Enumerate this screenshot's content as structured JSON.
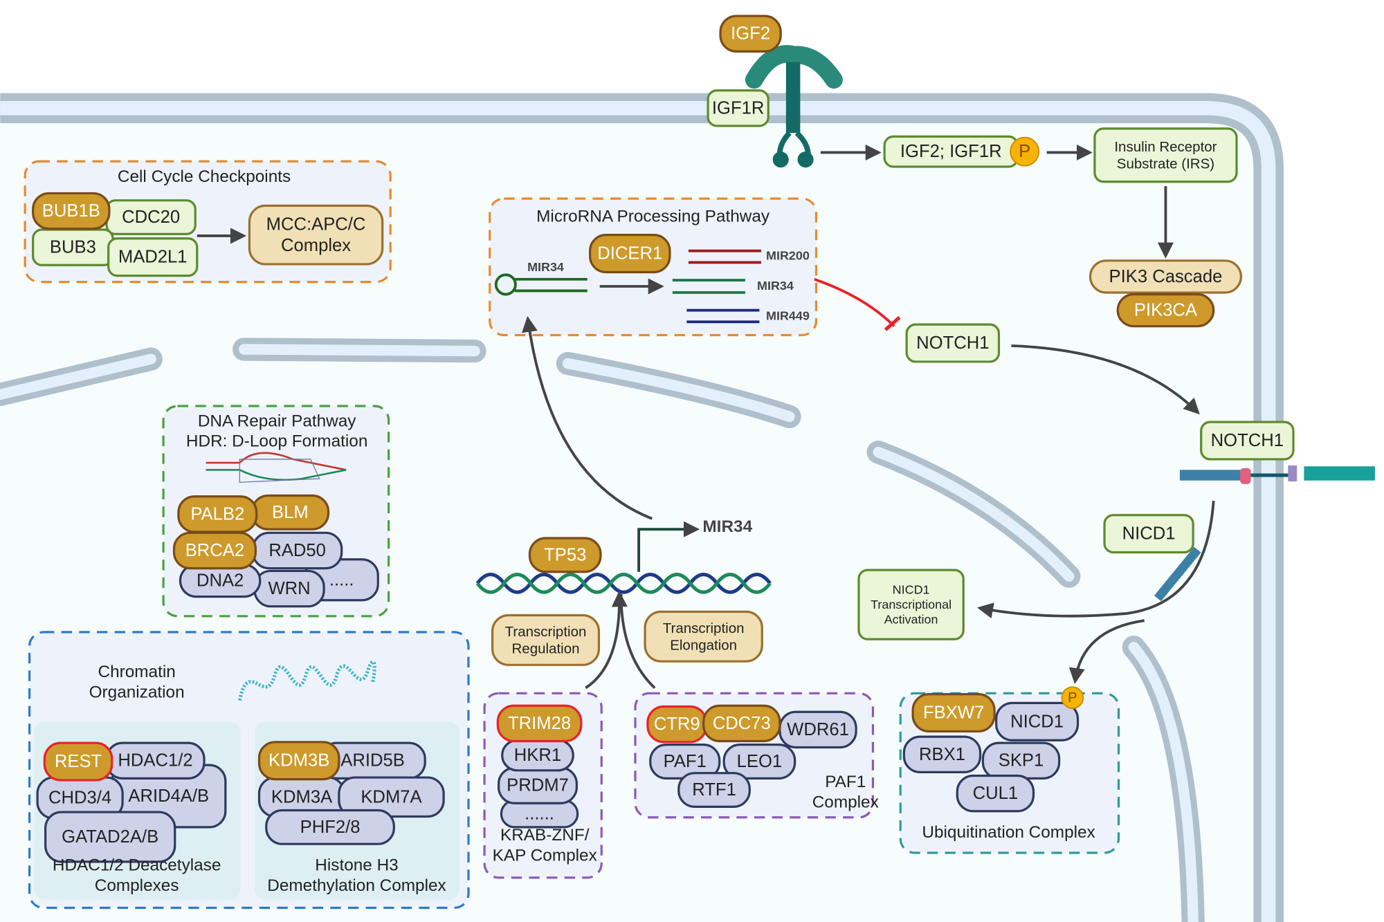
{
  "colors": {
    "gene_fill": "#CD9A2B",
    "gene_border": "#7A4A1A",
    "green_fill": "#EBF5D8",
    "green_border": "#5E8A2E",
    "tan_fill": "#F1E0B6",
    "tan_border": "#9B7030",
    "purple_fill": "#CDD2E8",
    "purple_border": "#2E3A5F",
    "highlight_border": "#E8232B",
    "phospho": "#F5B400",
    "membrane": "#AFBFCC",
    "membrane_inner": "#E3F0FC",
    "cytoplasm": "#F7FCFD",
    "inhibition": "#E8232B"
  },
  "groups": {
    "cell_cycle": {
      "title": [
        "Cell Cycle Checkpoints"
      ]
    },
    "microrna": {
      "title": [
        "MicroRNA Processing Pathway"
      ]
    },
    "dna_repair": {
      "title": [
        "DNA Repair Pathway",
        "HDR: D-Loop Formation"
      ]
    },
    "chromatin": {
      "title": [
        "Chromatin",
        "Organization"
      ]
    },
    "hdac": {
      "title": [
        "HDAC1/2 Deacetylase",
        "Complexes"
      ]
    },
    "histone": {
      "title": [
        "Histone H3",
        "Demethylation Complex"
      ]
    },
    "krab": {
      "title": [
        "KRAB-ZNF/",
        "KAP Complex"
      ]
    },
    "paf1": {
      "title": [
        "PAF1",
        "Complex"
      ]
    },
    "ubiq": {
      "title": [
        "Ubiquitination Complex"
      ]
    }
  },
  "mirna_labels": {
    "precursor": "MIR34",
    "mir200": "MIR200",
    "mir34": "MIR34",
    "mir449": "MIR449",
    "tp53_target": "MIR34"
  },
  "phospho_label": "P",
  "nodes": [
    {
      "id": "igf2",
      "kind": "gene",
      "label": [
        "IGF2"
      ]
    },
    {
      "id": "igf1r",
      "kind": "green",
      "label": [
        "IGF1R"
      ]
    },
    {
      "id": "igf2igf1r",
      "kind": "green",
      "label": [
        "IGF2; IGF1R"
      ],
      "phospho": true
    },
    {
      "id": "irs",
      "kind": "green",
      "label": [
        "Insulin Receptor",
        "Substrate (IRS)"
      ]
    },
    {
      "id": "pik3",
      "kind": "tan",
      "label": [
        "PIK3 Cascade"
      ]
    },
    {
      "id": "pik3ca",
      "kind": "gene",
      "label": [
        "PIK3CA"
      ]
    },
    {
      "id": "notch1a",
      "kind": "green",
      "label": [
        "NOTCH1"
      ]
    },
    {
      "id": "notch1b",
      "kind": "green",
      "label": [
        "NOTCH1"
      ]
    },
    {
      "id": "nicd1",
      "kind": "green",
      "label": [
        "NICD1"
      ]
    },
    {
      "id": "nicd1ta",
      "kind": "green",
      "label": [
        "NICD1",
        "Transcriptional",
        "Activation"
      ]
    },
    {
      "id": "cdc20",
      "kind": "green",
      "label": [
        "CDC20"
      ]
    },
    {
      "id": "bub3",
      "kind": "green",
      "label": [
        "BUB3"
      ]
    },
    {
      "id": "mad2l1",
      "kind": "green",
      "label": [
        "MAD2L1"
      ]
    },
    {
      "id": "bub1b",
      "kind": "gene",
      "label": [
        "BUB1B"
      ]
    },
    {
      "id": "mcc",
      "kind": "tan",
      "label": [
        "MCC:APC/C",
        "Complex"
      ]
    },
    {
      "id": "dicer1",
      "kind": "gene",
      "label": [
        "DICER1"
      ]
    },
    {
      "id": "wrndots",
      "kind": "purple",
      "label": [
        "....."
      ]
    },
    {
      "id": "wrn",
      "kind": "purple",
      "label": [
        "WRN"
      ]
    },
    {
      "id": "dna2",
      "kind": "purple",
      "label": [
        "DNA2"
      ]
    },
    {
      "id": "rad50",
      "kind": "purple",
      "label": [
        "RAD50"
      ]
    },
    {
      "id": "brca2",
      "kind": "gene",
      "label": [
        "BRCA2"
      ]
    },
    {
      "id": "blm",
      "kind": "gene",
      "label": [
        "BLM"
      ]
    },
    {
      "id": "palb2",
      "kind": "gene",
      "label": [
        "PALB2"
      ]
    },
    {
      "id": "tp53",
      "kind": "gene",
      "label": [
        "TP53"
      ]
    },
    {
      "id": "treg",
      "kind": "tan",
      "label": [
        "Transcription",
        "Regulation"
      ]
    },
    {
      "id": "telong",
      "kind": "tan",
      "label": [
        "Transcription",
        "Elongation"
      ]
    },
    {
      "id": "arid4",
      "kind": "purple",
      "label": [
        "ARID4A/B"
      ]
    },
    {
      "id": "chd34",
      "kind": "purple",
      "label": [
        "CHD3/4"
      ]
    },
    {
      "id": "hdac12",
      "kind": "purple",
      "label": [
        "HDAC1/2"
      ]
    },
    {
      "id": "gatad2",
      "kind": "purple",
      "label": [
        "GATAD2A/B"
      ]
    },
    {
      "id": "rest",
      "kind": "gene",
      "label": [
        "REST"
      ],
      "highlight": true
    },
    {
      "id": "arid5b",
      "kind": "purple",
      "label": [
        "ARID5B"
      ]
    },
    {
      "id": "kdm3a",
      "kind": "purple",
      "label": [
        "KDM3A"
      ]
    },
    {
      "id": "kdm7a",
      "kind": "purple",
      "label": [
        "KDM7A"
      ]
    },
    {
      "id": "phf28",
      "kind": "purple",
      "label": [
        "PHF2/8"
      ]
    },
    {
      "id": "kdm3b",
      "kind": "gene",
      "label": [
        "KDM3B"
      ]
    },
    {
      "id": "krabdots",
      "kind": "purple",
      "label": [
        "......"
      ]
    },
    {
      "id": "prdm7",
      "kind": "purple",
      "label": [
        "PRDM7"
      ]
    },
    {
      "id": "hkr1",
      "kind": "purple",
      "label": [
        "HKR1"
      ]
    },
    {
      "id": "trim28",
      "kind": "gene",
      "label": [
        "TRIM28"
      ],
      "highlight": true
    },
    {
      "id": "wdr61",
      "kind": "purple",
      "label": [
        "WDR61"
      ]
    },
    {
      "id": "paf1",
      "kind": "purple",
      "label": [
        "PAF1"
      ]
    },
    {
      "id": "leo1",
      "kind": "purple",
      "label": [
        "LEO1"
      ]
    },
    {
      "id": "rtf1",
      "kind": "purple",
      "label": [
        "RTF1"
      ]
    },
    {
      "id": "ctr9",
      "kind": "gene",
      "label": [
        "CTR9"
      ],
      "highlight": true
    },
    {
      "id": "cdc73",
      "kind": "gene",
      "label": [
        "CDC73"
      ]
    },
    {
      "id": "nicd1u",
      "kind": "purple",
      "label": [
        "NICD1"
      ],
      "phospho": true
    },
    {
      "id": "rbx1",
      "kind": "purple",
      "label": [
        "RBX1"
      ]
    },
    {
      "id": "skp1",
      "kind": "purple",
      "label": [
        "SKP1"
      ]
    },
    {
      "id": "cul1",
      "kind": "purple",
      "label": [
        "CUL1"
      ]
    },
    {
      "id": "fbxw7",
      "kind": "gene",
      "label": [
        "FBXW7"
      ]
    }
  ]
}
